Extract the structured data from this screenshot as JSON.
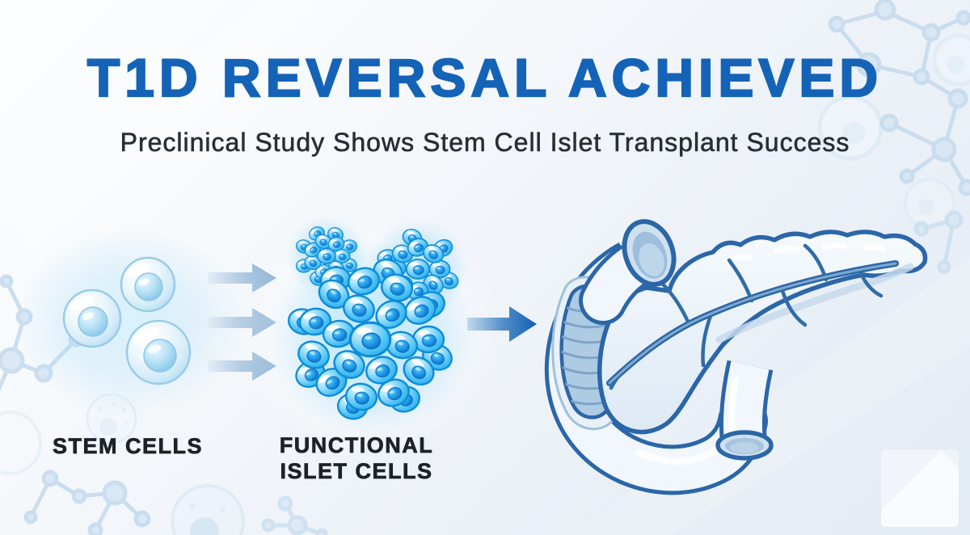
{
  "header": {
    "title": "T1D REVERSAL ACHIEVED",
    "subtitle": "Preclinical Study Shows Stem Cell Islet Transplant Success"
  },
  "diagram": {
    "type": "process-flow",
    "steps": [
      {
        "id": "stem-cells",
        "label": "STEM CELLS"
      },
      {
        "id": "functional-islet-cells",
        "label": "FUNCTIONAL ISLET CELLS",
        "label_line1": "FUNCTIONAL",
        "label_line2": "ISLET CELLS"
      },
      {
        "id": "pancreas-transplant",
        "label": ""
      }
    ],
    "connectors": [
      {
        "from": "stem-cells",
        "to": "functional-islet-cells",
        "style": "three light steel-blue arrows"
      },
      {
        "from": "functional-islet-cells",
        "to": "pancreas-transplant",
        "style": "single dark blue arrow"
      }
    ]
  },
  "colors": {
    "title_blue": "#1463b7",
    "subtitle_dark": "#272e35",
    "label_dark": "#1d2228",
    "islet_cyan": "#2eb0ec",
    "stem_cell_blue": "#b7e0f3",
    "pancreas_outline": "#2b66a8",
    "arrow_light": "#7fa9d0",
    "arrow_dark": "#1261b5",
    "background_top": "#fdfeff",
    "background_bottom": "#e3ebf3"
  }
}
